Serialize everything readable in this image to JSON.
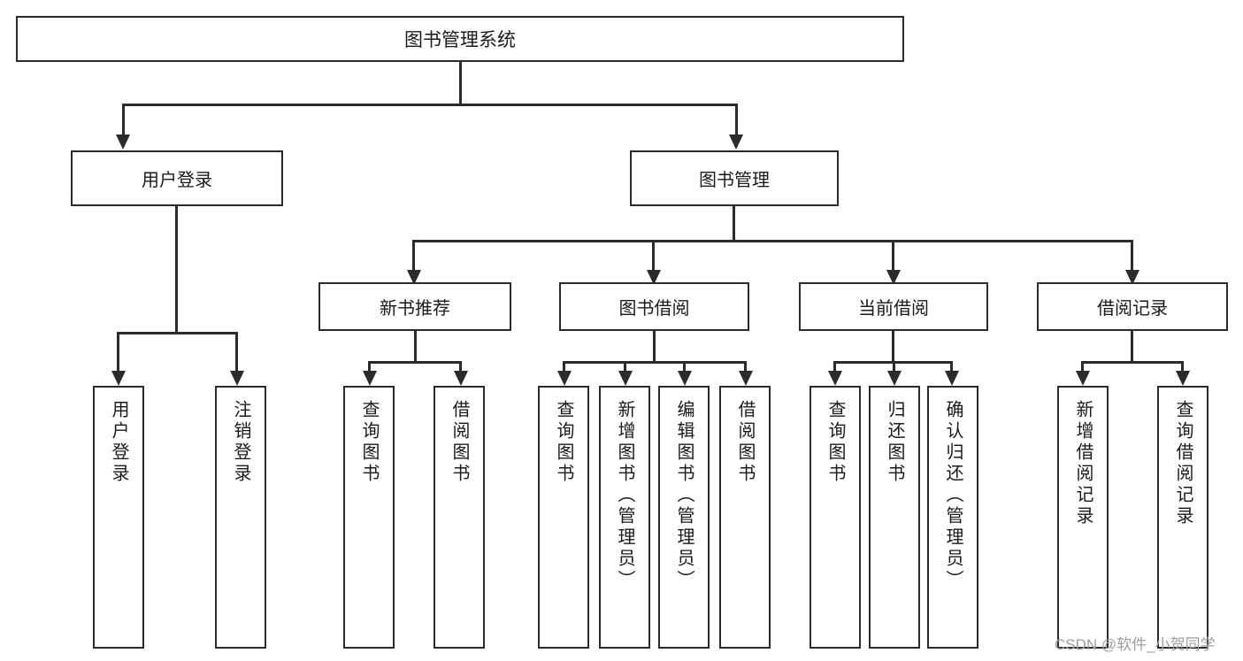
{
  "diagram": {
    "type": "tree-hierarchy-chart",
    "title": "图书管理系统",
    "root": {
      "label": "图书管理系统"
    },
    "level2": [
      {
        "label": "用户登录"
      },
      {
        "label": "图书管理"
      }
    ],
    "level3": [
      {
        "label": "新书推荐"
      },
      {
        "label": "图书借阅"
      },
      {
        "label": "当前借阅"
      },
      {
        "label": "借阅记录"
      }
    ],
    "leaves": {
      "user_login": [
        {
          "label": "用户登录"
        },
        {
          "label": "注销登录"
        }
      ],
      "new_book_recommend": [
        {
          "label": "查询图书"
        },
        {
          "label": "借阅图书"
        }
      ],
      "book_borrow": [
        {
          "label": "查询图书"
        },
        {
          "label": "新增图书（管理员）"
        },
        {
          "label": "编辑图书（管理员）"
        },
        {
          "label": "借阅图书"
        }
      ],
      "current_borrow": [
        {
          "label": "查询图书"
        },
        {
          "label": "归还图书"
        },
        {
          "label": "确认归还（管理员）"
        }
      ],
      "borrow_record": [
        {
          "label": "新增借阅记录"
        },
        {
          "label": "查询借阅记录"
        }
      ]
    }
  },
  "watermark": {
    "text": "CSDN @软件_小贺同学"
  },
  "colors": {
    "stroke": "#2b2b2b",
    "background": "#ffffff",
    "text": "#1a1a1a",
    "watermark": "#9e9e9e"
  }
}
